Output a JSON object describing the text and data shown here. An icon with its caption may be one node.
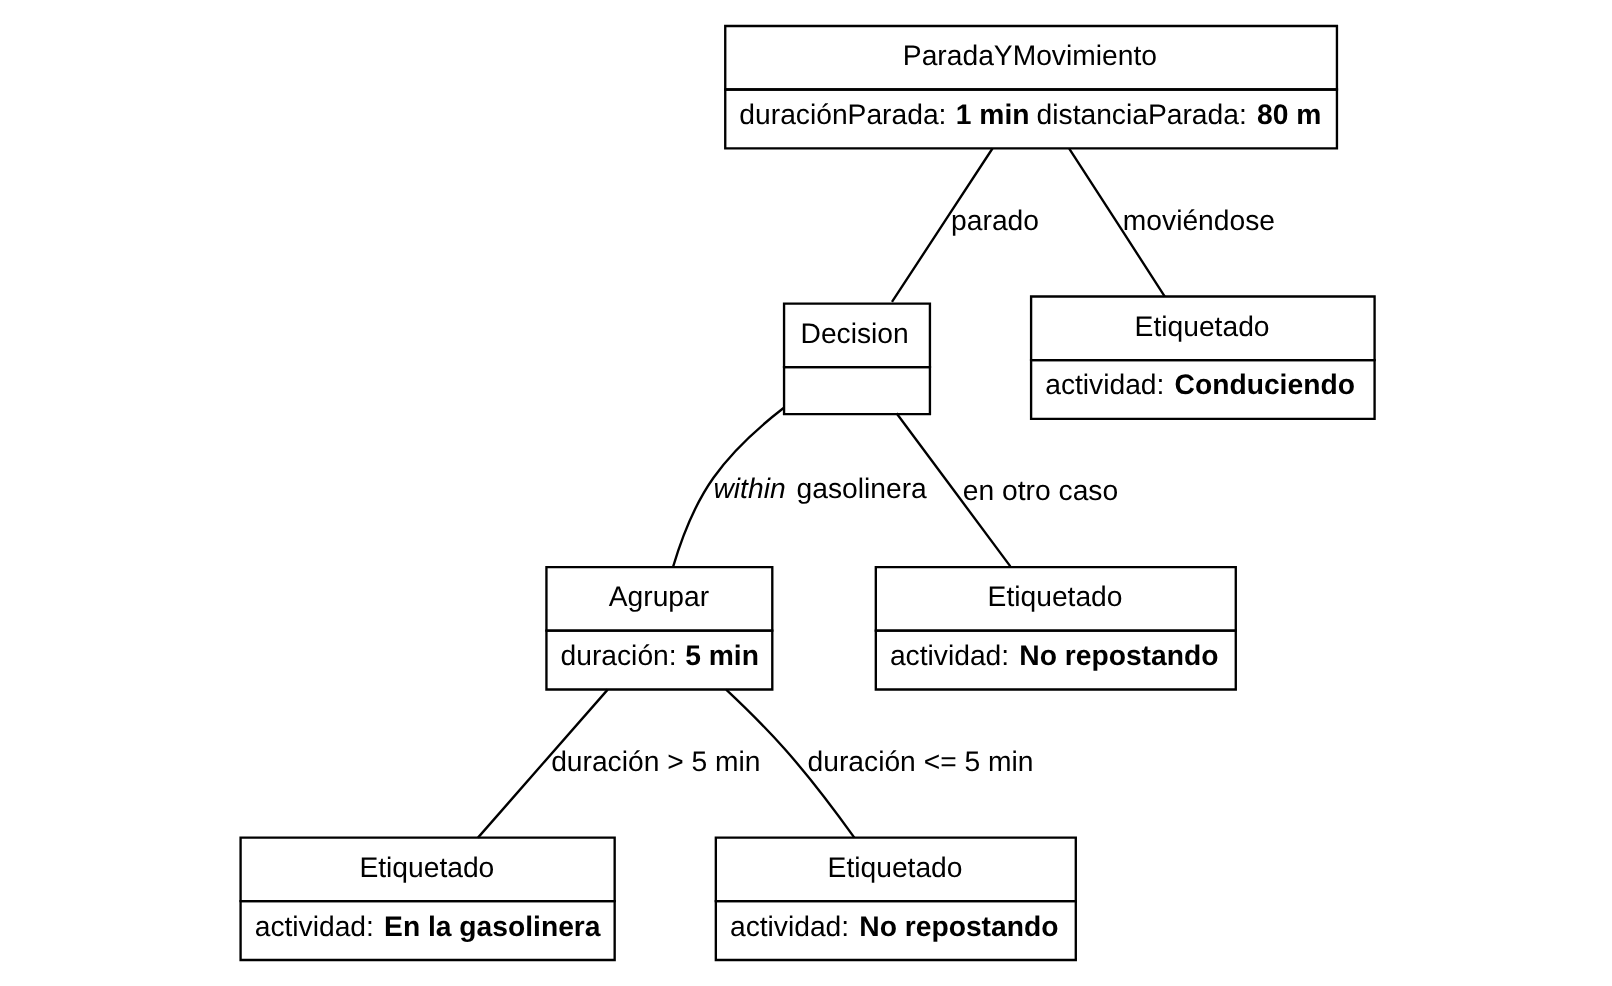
{
  "diagram": {
    "nodes": [
      {
        "text": [
          "ParadaYMovimiento",
          "duraciónParada: **1 min** distanciaParada: **80 m**"
        ]
      },
      {
        "text": [
          "Decision"
        ]
      },
      {
        "text": [
          "Etiquetado",
          "actividad: **Conduciendo**"
        ]
      },
      {
        "text": [
          "Agrupar",
          "duración: **5 min**"
        ]
      },
      {
        "text": [
          "Etiquetado",
          "actividad: **No repostando**"
        ]
      },
      {
        "text": [
          "Etiquetado",
          "actividad: **En la gasolinera**"
        ]
      },
      {
        "text": [
          "Etiquetado",
          "actividad: **No repostando**"
        ]
      }
    ],
    "edges": [
      {
        "from": 0,
        "to": 1,
        "arrow": "none",
        "label": "parado"
      },
      {
        "from": 0,
        "to": 2,
        "arrow": "none",
        "label": "moviéndose"
      },
      {
        "from": 1,
        "to": 3,
        "arrow": "none",
        "label": "*within* gasolinera"
      },
      {
        "from": 1,
        "to": 4,
        "arrow": "none",
        "label": "en otro caso"
      },
      {
        "from": 3,
        "to": 5,
        "arrow": "none",
        "label": "duración > 5 min"
      },
      {
        "from": 3,
        "to": 6,
        "arrow": "none",
        "label": "duración <= 5 min"
      }
    ]
  }
}
